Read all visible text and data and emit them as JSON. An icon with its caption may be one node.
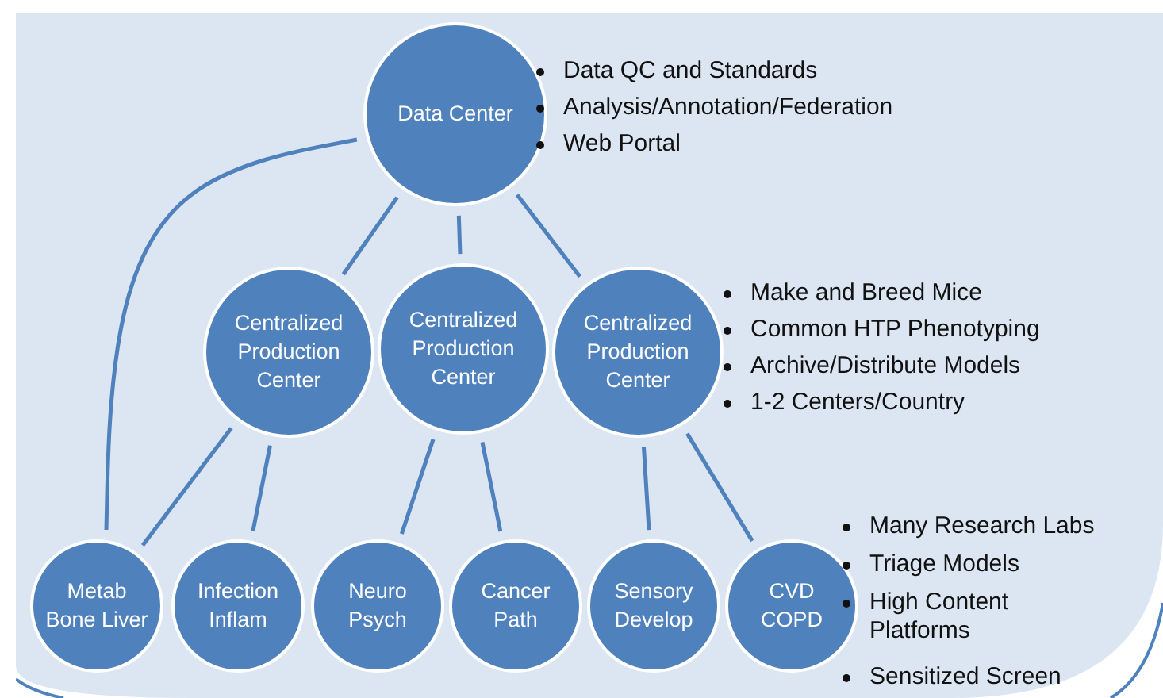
{
  "diagram": {
    "nodes": [
      {
        "text": [
          "Data Center"
        ]
      },
      {
        "text": [
          "Centralized Production Center"
        ]
      },
      {
        "text": [
          "Centralized Production Center"
        ]
      },
      {
        "text": [
          "Centralized Production Center"
        ]
      },
      {
        "text": [
          "Metab Bone Liver"
        ]
      },
      {
        "text": [
          "Infection Inflam"
        ]
      },
      {
        "text": [
          "Neuro Psych"
        ]
      },
      {
        "text": [
          "Cancer Path"
        ]
      },
      {
        "text": [
          "Sensory Develop"
        ]
      },
      {
        "text": [
          "CVD COPD"
        ]
      }
    ],
    "edges": [
      {
        "from": 0,
        "to": 1,
        "arrow": "none"
      },
      {
        "from": 0,
        "to": 2,
        "arrow": "none"
      },
      {
        "from": 0,
        "to": 3,
        "arrow": "none"
      },
      {
        "from": 0,
        "to": 4,
        "arrow": "none"
      },
      {
        "from": 1,
        "to": 4,
        "arrow": "none"
      },
      {
        "from": 1,
        "to": 5,
        "arrow": "none"
      },
      {
        "from": 2,
        "to": 6,
        "arrow": "none"
      },
      {
        "from": 2,
        "to": 7,
        "arrow": "none"
      },
      {
        "from": 3,
        "to": 8,
        "arrow": "none"
      },
      {
        "from": 3,
        "to": 9,
        "arrow": "none"
      }
    ],
    "labels": [
      "Data QC and Standards",
      "Analysis/Annotation/Federation",
      "Web Portal",
      "Make and Breed Mice",
      "Common HTP Phenotyping",
      "Archive/Distribute Models",
      "1-2 Centers/Country",
      "Many Research Labs",
      "Triage Models",
      "High Content Platforms",
      "Sensitized Screen"
    ]
  }
}
